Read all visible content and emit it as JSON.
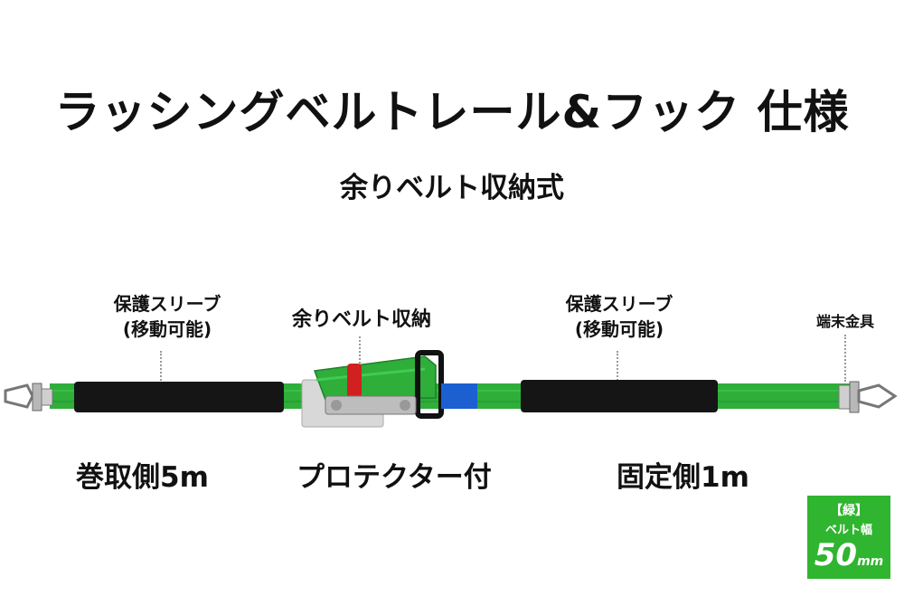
{
  "title": "ラッシングベルトレール&フック 仕様",
  "subtitle": "余りベルト収納式",
  "labels": {
    "sleeve_left": [
      "保護スリーブ",
      "(移動可能)"
    ],
    "ratchet": "余りベルト収納",
    "sleeve_right": [
      "保護スリーブ",
      "(移動可能)"
    ],
    "end_fitting": "端末金具",
    "winding_side": "巻取側5m",
    "protector": "プロテクター付",
    "fixed_side": "固定側1m"
  },
  "badge": {
    "color_label": "【緑】",
    "width_label": "ベルト幅",
    "width_value": "50",
    "width_unit": "mm"
  },
  "colors": {
    "belt": "#2fae3a",
    "sleeve": "#151515",
    "badge": "#2fb52f",
    "blue_band": "#1b5fd1",
    "red_band": "#d02020"
  }
}
